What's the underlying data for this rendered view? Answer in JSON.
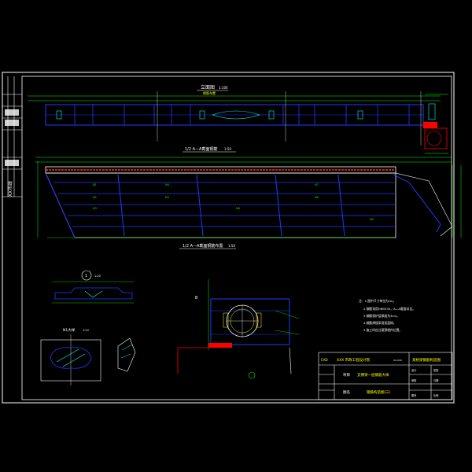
{
  "drawing": {
    "side_title_vertical": "XX市政",
    "plan_view_label": "立面图",
    "plan_view_scale": "1:100",
    "plan_view_sub": "钢筋布置",
    "section_upper_label": "1/2 A—A截面钢筋",
    "section_upper_scale": "1:50",
    "section_lower_label": "1/2 A—A截面钢筋布置",
    "section_lower_scale": "1:50",
    "detail_circle_label": "1",
    "detail_circle_scale": "1:20",
    "detail_left_label": "N1大样",
    "detail_left_scale": "1:20",
    "detail_center_label": "B",
    "notes_title": "注：1.图中尺寸单位为cm。",
    "notes_lines": [
      "2.钢筋采用HRB335，A—A截面详见。",
      "3.钢筋保护层厚度为3cm。",
      "4.钢筋焊接采用双面焊。",
      "5.施工时应注意预埋件位置。"
    ],
    "colors": {
      "frame": "#ffffff",
      "structure": "#1e3cff",
      "dimension": "#00ff00",
      "text": "#ffff00",
      "highlight": "#ff0000",
      "rebar": "#ff3300",
      "cyan": "#00ffff"
    }
  },
  "title_block": {
    "company": "XXX 市政工程设计院",
    "project_right": "某桥梁钢筋构造图",
    "row_project_label": "项目",
    "row_project_value": "支撑梁一层钢筋大样",
    "row_drawing_label": "图名",
    "row_drawing_value": "钢筋构造图(三)",
    "badge": "CAD",
    "small_tag": "XX-XXX",
    "right_cells": [
      "设计",
      "复核",
      "审核",
      "日期",
      "图号",
      "比例"
    ]
  }
}
